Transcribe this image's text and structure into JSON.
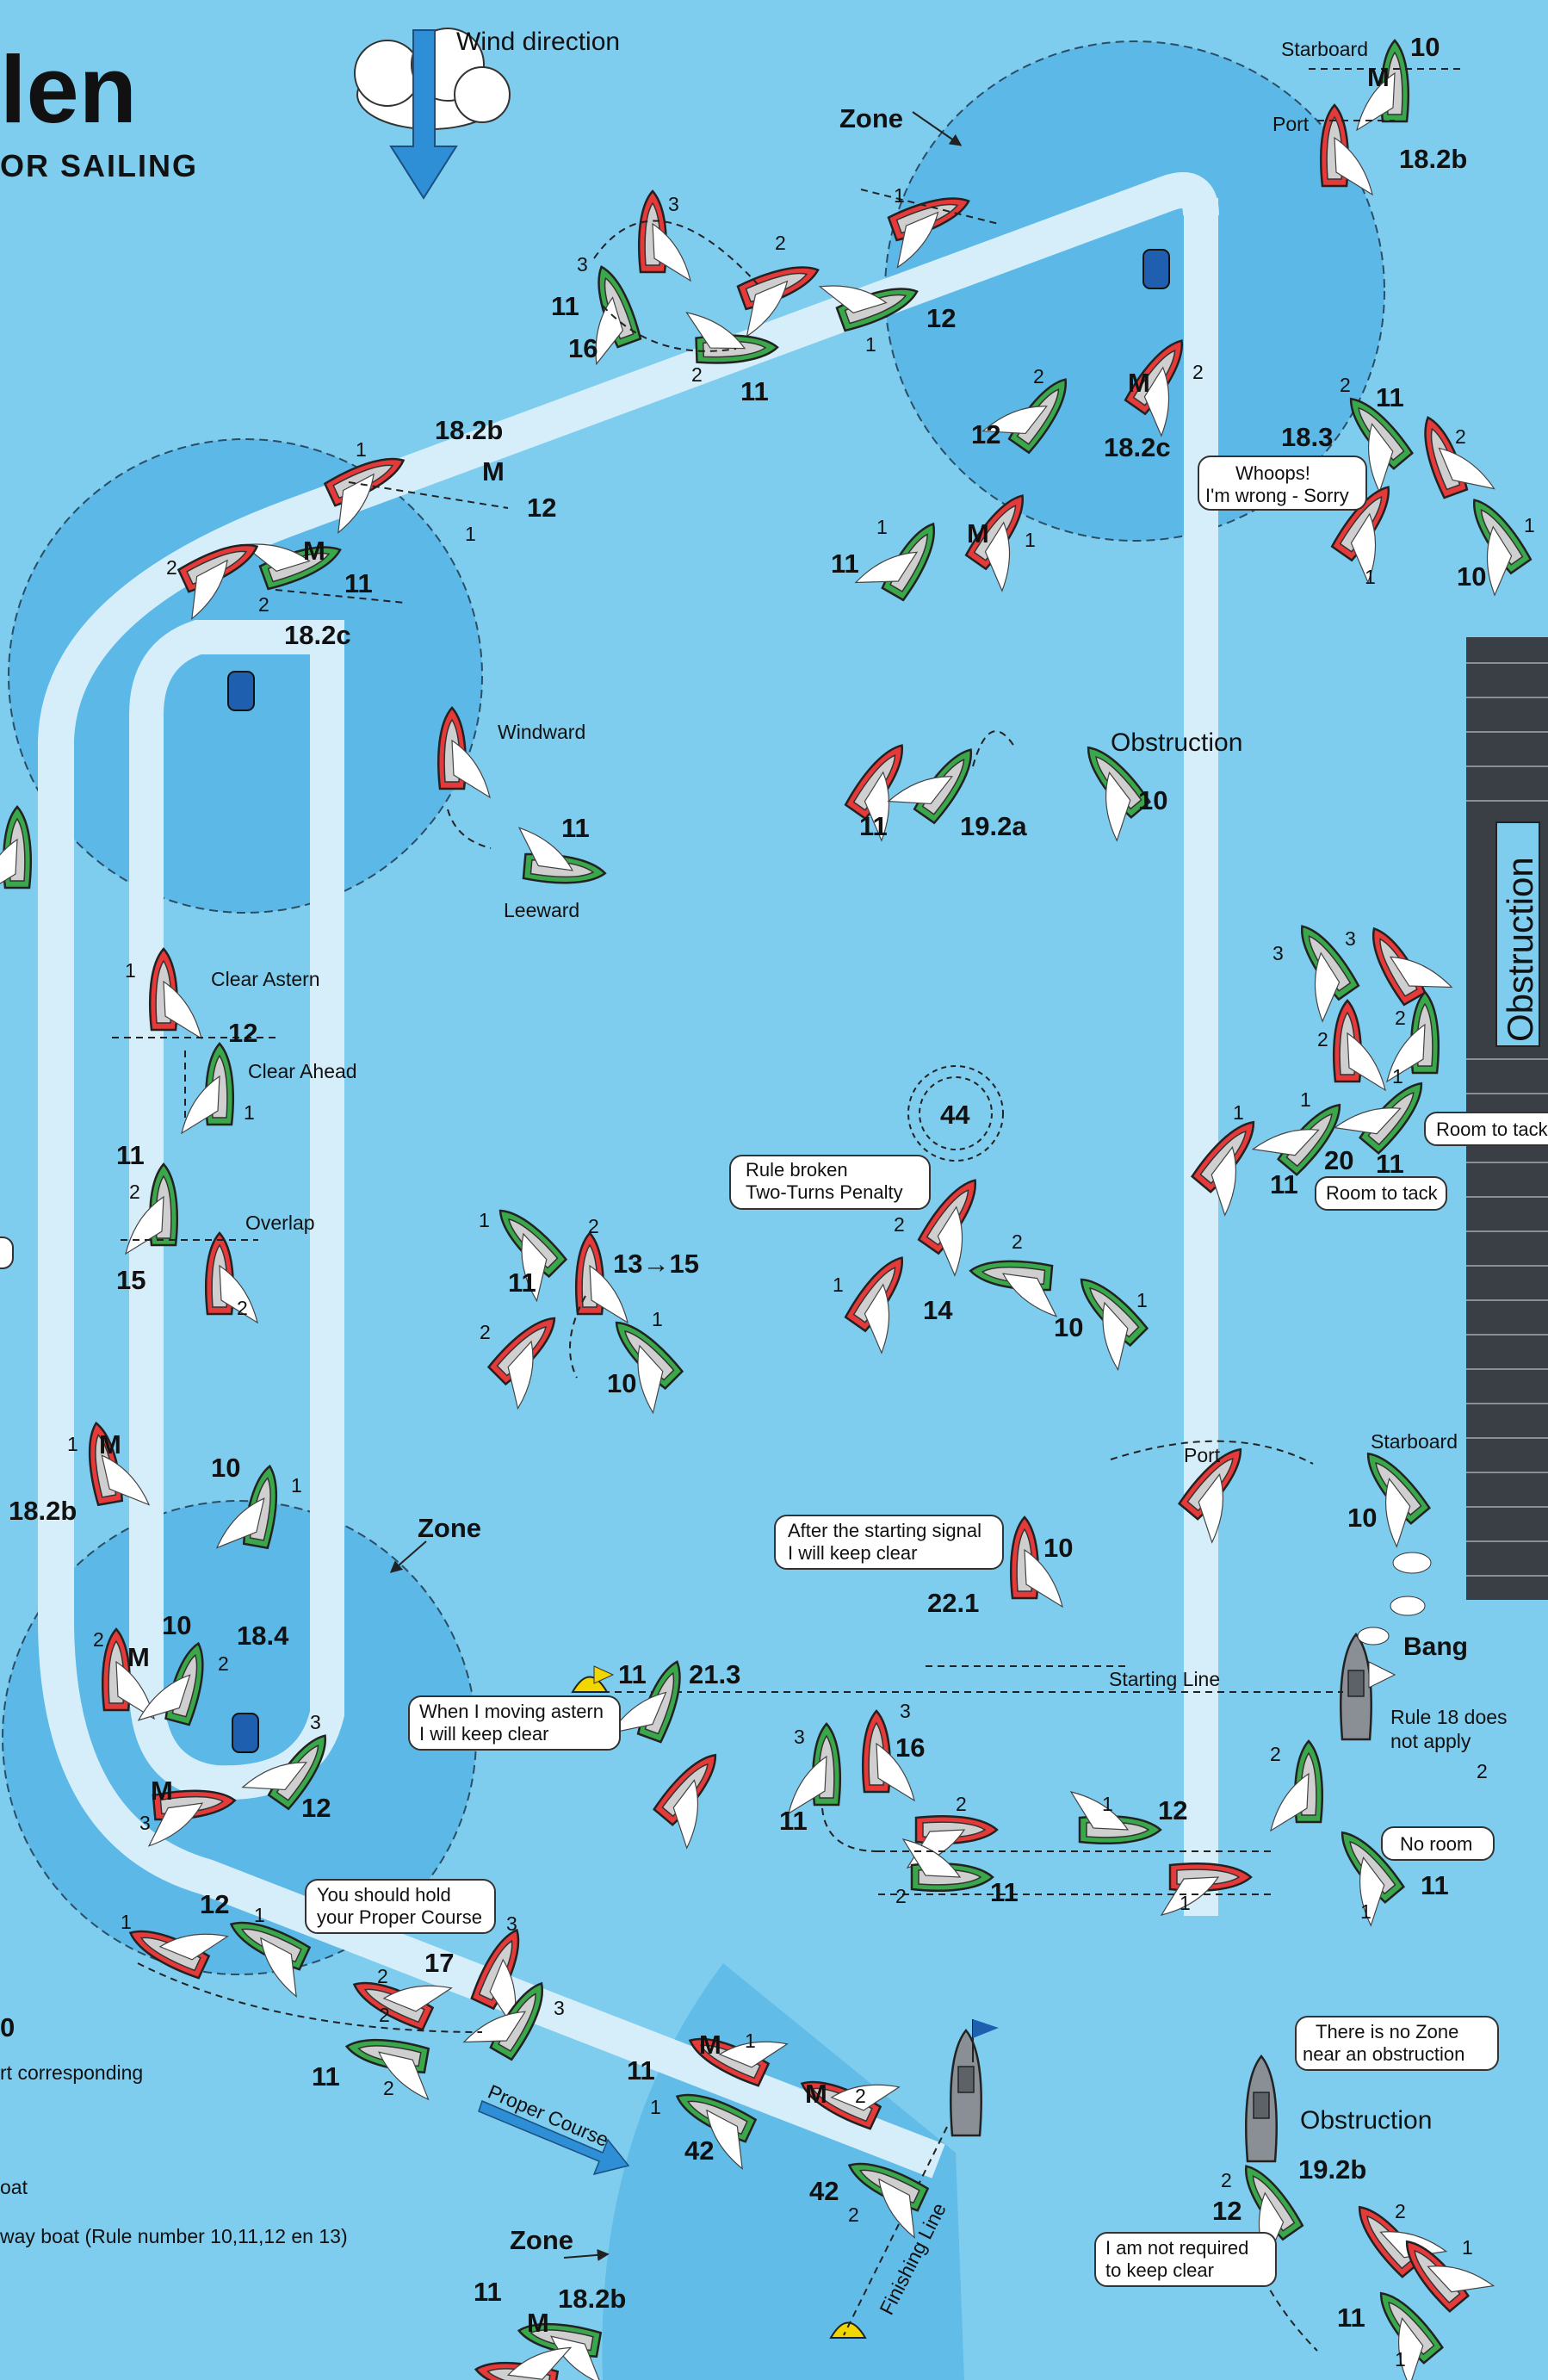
{
  "header": {
    "title_fragment": "len",
    "subtitle_fragment": "OR SAILING"
  },
  "wind": {
    "label": "Wind direction"
  },
  "zones": {
    "label": "Zone"
  },
  "labels": {
    "starboard": "Starboard",
    "port": "Port",
    "windward": "Windward",
    "leeward": "Leeward",
    "clear_astern": "Clear Astern",
    "clear_ahead": "Clear Ahead",
    "overlap": "Overlap",
    "obstruction": "Obstruction",
    "obstruction_vertical": "Obstruction",
    "starting_line": "Starting Line",
    "finishing_line": "Finishing Line",
    "proper_course": "Proper Course",
    "bang": "Bang",
    "rule18": "Rule 18 does not apply",
    "rule18_line1": "Rule 18 does",
    "rule18_line2": "not apply",
    "mark_m": "M"
  },
  "callouts": {
    "whoops_1": "Whoops!",
    "whoops_2": "I'm wrong - Sorry",
    "room_to_tack": "Room to tack",
    "room_to_tack_2": "Room to tack",
    "rule_broken_1": "Rule broken",
    "rule_broken_2": "Two-Turns Penalty",
    "after_start_1": "After the starting signal",
    "after_start_2": "I will keep clear",
    "moving_astern_1": "When I moving astern",
    "moving_astern_2": "I will keep clear",
    "no_room": "No room",
    "hold_course_1": "You should hold",
    "hold_course_2": "your Proper Course",
    "no_zone_1": "There is no Zone",
    "no_zone_2": "near an obstruction",
    "not_required_1": "I am not required",
    "not_required_2": "to keep clear"
  },
  "rules": {
    "r10": "10",
    "r11": "11",
    "r12": "12",
    "r13_15": "13→15",
    "r14": "14",
    "r15": "15",
    "r16": "16",
    "r17": "17",
    "r18_2b": "18.2b",
    "r18_2c": "18.2c",
    "r18_3": "18.3",
    "r18_4": "18.4",
    "r19_2a": "19.2a",
    "r19_2b": "19.2b",
    "r20": "20",
    "r21_3": "21.3",
    "r22_1": "22.1",
    "r42": "42",
    "r44": "44"
  },
  "seq": {
    "s1": "1",
    "s2": "2",
    "s3": "3"
  },
  "legend": {
    "line1": "0",
    "line2": "rt corresponding",
    "line3": "oat",
    "line4": "way boat (Rule number 10,11,12 en 13)"
  },
  "colors": {
    "water": "#7fcdee",
    "zone": "#5cb8e6",
    "course": "#d6eefa",
    "red_boat": "#e63a3a",
    "green_boat": "#3aa84a",
    "mark": "#1f5fb0",
    "pier": "#3a3f46"
  },
  "icons": [
    "cloud-icon",
    "wind-arrow-icon",
    "buoy-icon",
    "flag-icon",
    "committee-boat-icon",
    "pier-icon"
  ]
}
